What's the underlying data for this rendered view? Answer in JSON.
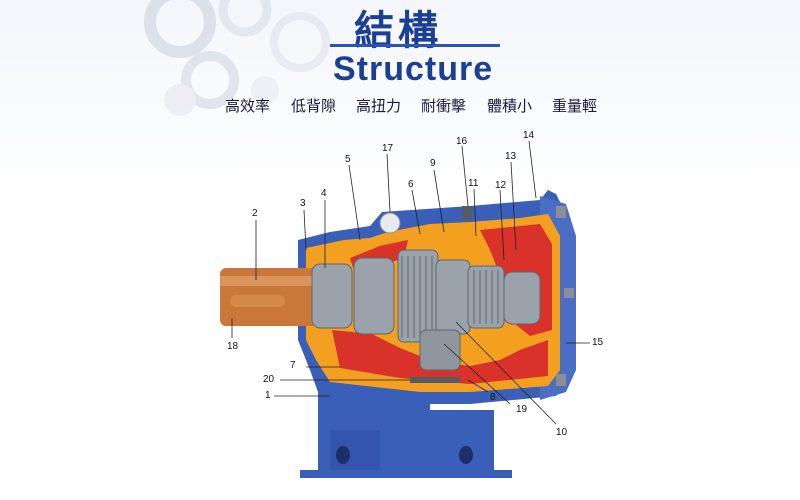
{
  "header": {
    "title_cjk": "結構",
    "title_en": "Structure",
    "features": [
      "高效率",
      "低背隙",
      "高扭力",
      "耐衝擊",
      "體積小",
      "重量輕"
    ]
  },
  "diagram": {
    "part_labels": [
      "1",
      "2",
      "3",
      "4",
      "5",
      "6",
      "7",
      "8",
      "9",
      "10",
      "11",
      "12",
      "13",
      "14",
      "15",
      "16",
      "17",
      "18",
      "19",
      "20"
    ]
  },
  "colors": {
    "title": "#1a3f93",
    "housing_blue": "#3a5fb8",
    "cutaway_orange": "#f3a020",
    "cutaway_red": "#d8322a",
    "shaft_copper": "#c9783a",
    "gear_gray": "#9aa3ac"
  }
}
